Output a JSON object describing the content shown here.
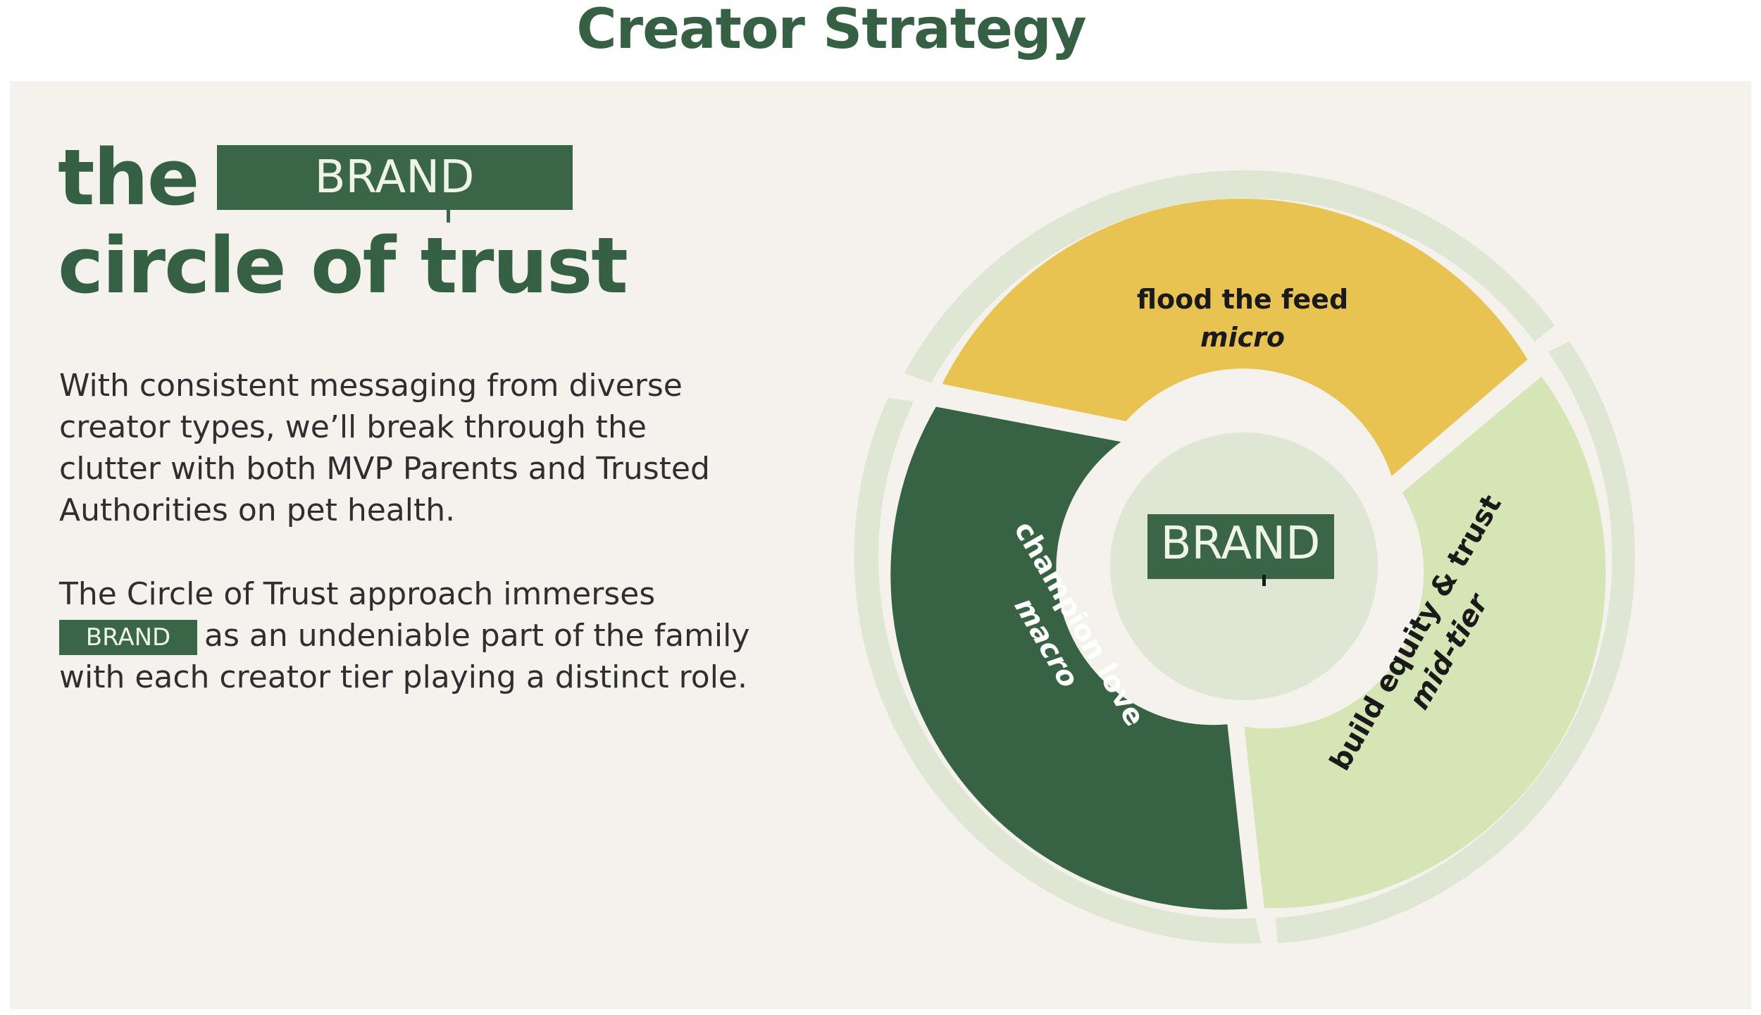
{
  "page": {
    "title": "Creator Strategy"
  },
  "headline": {
    "word": "the",
    "brand": "BRAND",
    "line2": "circle of trust"
  },
  "paragraph1": "With consistent messaging from diverse creator types, we’ll break through the clutter with both MVP Parents and Trusted Authorities on pet health.",
  "paragraph2": {
    "before": "The Circle of Trust approach immerses",
    "brand": "BRAND",
    "after": "as an undeniable part of the family with each creator tier playing a distinct role."
  },
  "diagram": {
    "center_label": "BRAND",
    "segments": [
      {
        "title": "flood the feed",
        "tier": "micro",
        "color": "#e8c352",
        "text_color": "#1a1a1a"
      },
      {
        "title": "champion love",
        "tier": "macro",
        "color": "#376244",
        "text_color": "#ffffff"
      },
      {
        "title": "build equity & trust",
        "tier": "mid-tier",
        "color": "#d5e5b5",
        "text_color": "#1a1a1a"
      }
    ],
    "outer_ring_color": "#dfe6d3",
    "center_color": "#dfe6d3",
    "brand_color": "#3a6546"
  }
}
